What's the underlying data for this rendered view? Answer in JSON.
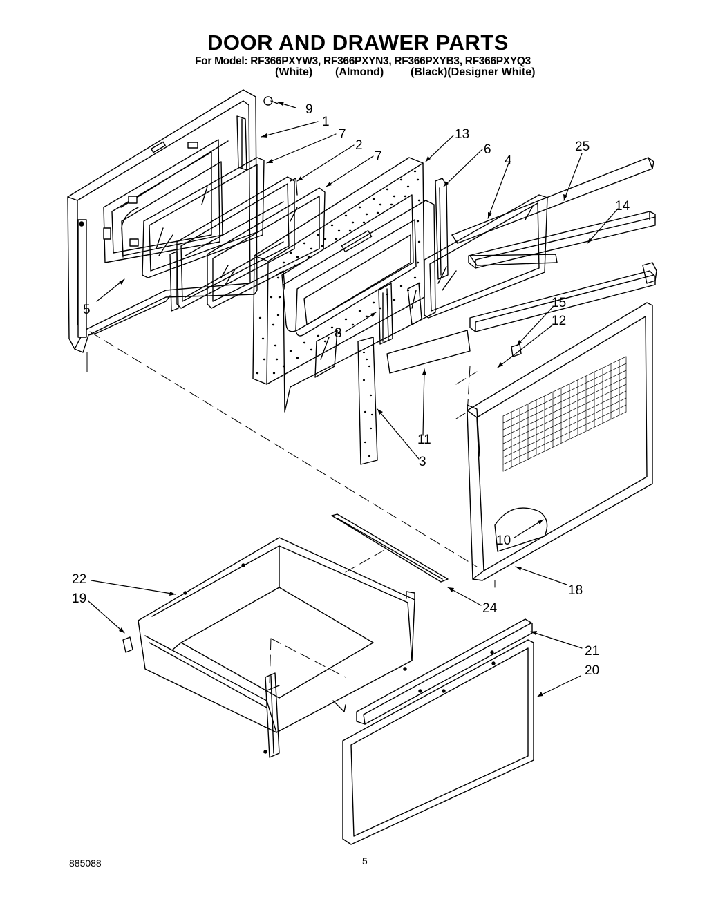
{
  "header": {
    "title": "DOOR AND DRAWER PARTS",
    "models_line": "For Model: RF366PXYW3, RF366PXYN3, RF366PXYB3, RF366PXYQ3",
    "colors": [
      "(White)",
      "(Almond)",
      "(Black)(Designer White)"
    ]
  },
  "callouts": [
    "9",
    "1",
    "7",
    "2",
    "7",
    "13",
    "6",
    "4",
    "25",
    "14",
    "5",
    "8",
    "15",
    "12",
    "11",
    "3",
    "10",
    "18",
    "22",
    "19",
    "24",
    "21",
    "20"
  ],
  "footer": {
    "doc_number": "885088",
    "page_number": "5"
  }
}
